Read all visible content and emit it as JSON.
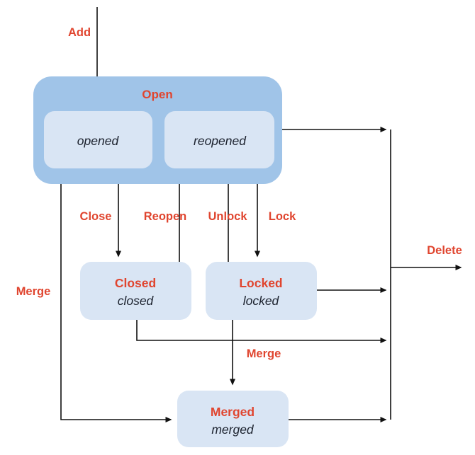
{
  "diagram": {
    "colors": {
      "group_fill": "#a0c4e8",
      "node_fill": "#d9e5f4",
      "action_red": "#e0452f",
      "arrow": "#111111",
      "state_text": "#1c222e"
    },
    "open_group": {
      "label": "Open",
      "inner_states": [
        {
          "name": "opened"
        },
        {
          "name": "reopened"
        }
      ]
    },
    "nodes": [
      {
        "title": "Closed",
        "state": "closed"
      },
      {
        "title": "Locked",
        "state": "locked"
      },
      {
        "title": "Merged",
        "state": "merged"
      }
    ],
    "labels": {
      "add": "Add",
      "close": "Close",
      "reopen": "Reopen",
      "unlock": "Unlock",
      "lock": "Lock",
      "merge_left": "Merge",
      "merge_center": "Merge",
      "delete": "Delete"
    }
  }
}
